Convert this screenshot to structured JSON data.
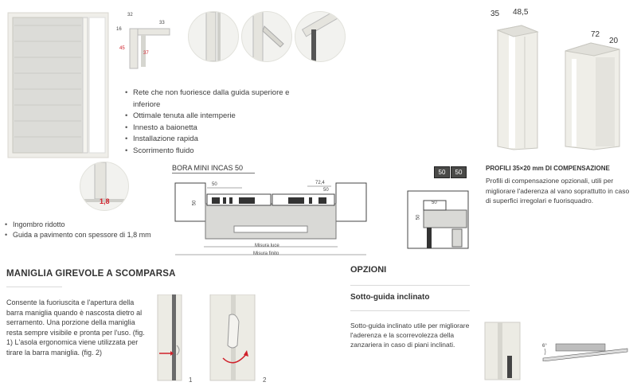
{
  "features": {
    "bullets": [
      "Rete che non fuoriesce dalla guida superiore e inferiore",
      "Ottimale tenuta alle intemperie",
      "Innesto a baionetta",
      "Installazione rapida",
      "Scorrimento fluido"
    ]
  },
  "detail_labels": {
    "d32": "32",
    "d16": "16",
    "d33": "33",
    "d45": "45",
    "d37": "37",
    "floor_guide": "1,8"
  },
  "guide_bullets": [
    "Ingombro ridotto",
    "Guida a pavimento con spessore di 1,8 mm"
  ],
  "drawing": {
    "title": "BORA MINI INCAS 50",
    "dim_50": "50",
    "dim_72_4": "72,4",
    "misura_luce": "Misura luce",
    "misura_finito": "Misura finito",
    "badge1": "50",
    "badge2": "50"
  },
  "profiles": {
    "dim_35": "35",
    "dim_48_5": "48,5",
    "dim_72": "72",
    "dim_20": "20",
    "title": "PROFILI 35×20 mm DI COMPENSAZIONE",
    "body": "Profili di compensazione opzionali, utili per migliorare l'aderenza al vano soprattutto in caso di superfici irregolari e fuorisquadro."
  },
  "handle": {
    "title": "MANIGLIA GIREVOLE A SCOMPARSA",
    "body": "Consente la fuoriuscita e l'apertura della barra maniglia quando è nascosta dietro al serramento. Una porzione della maniglia resta sempre visibile e pronta per l'uso. (fig. 1) L'asola ergonomica viene utilizzata per tirare la barra maniglia. (fig. 2)",
    "fig1": "1",
    "fig2": "2"
  },
  "options": {
    "title": "OPZIONI",
    "subtitle": "Sotto-guida inclinato",
    "body": "Sotto-guida inclinato utile per migliorare l'aderenza e la scorrevolezza della zanzariera in caso di piani inclinati.",
    "angle_label": "6°"
  },
  "colors": {
    "accent_red": "#d0202a",
    "frame": "#ecebe4",
    "line": "#555555"
  }
}
